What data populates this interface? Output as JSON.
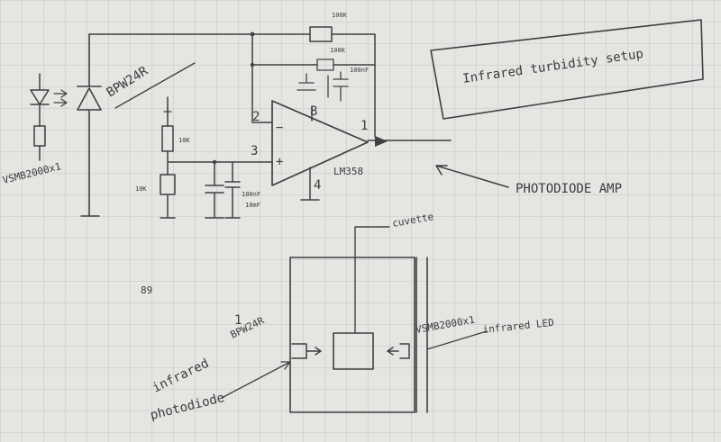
{
  "title_note": "Infrared turbidity setup",
  "amp_note": "PHOTODIODE AMP",
  "parts": {
    "led": "VSMB2000x1",
    "photodiode": "BPW24R",
    "opamp": "LM358",
    "r_feedback": "100K",
    "r_feedback2": "100K",
    "c_feedback": "100nF",
    "r_top": "10K",
    "r_bottom": "10K",
    "c_ref": "100nF",
    "c_ref_note": "10mF"
  },
  "pins": {
    "inv": "2",
    "noninv": "3",
    "out": "1",
    "vcc": "8",
    "gnd": "4",
    "inv_sign": "−",
    "noninv_sign": "+"
  },
  "cuvette": {
    "cuvette_label": "cuvette",
    "led_label": "VSMB2000x1",
    "led_desc": "infrared LED",
    "pd_label": "BPW24R",
    "pd_desc_1": "infrared",
    "pd_desc_2": "photodiode",
    "pd_mark": "1"
  },
  "misc_mark": "89"
}
